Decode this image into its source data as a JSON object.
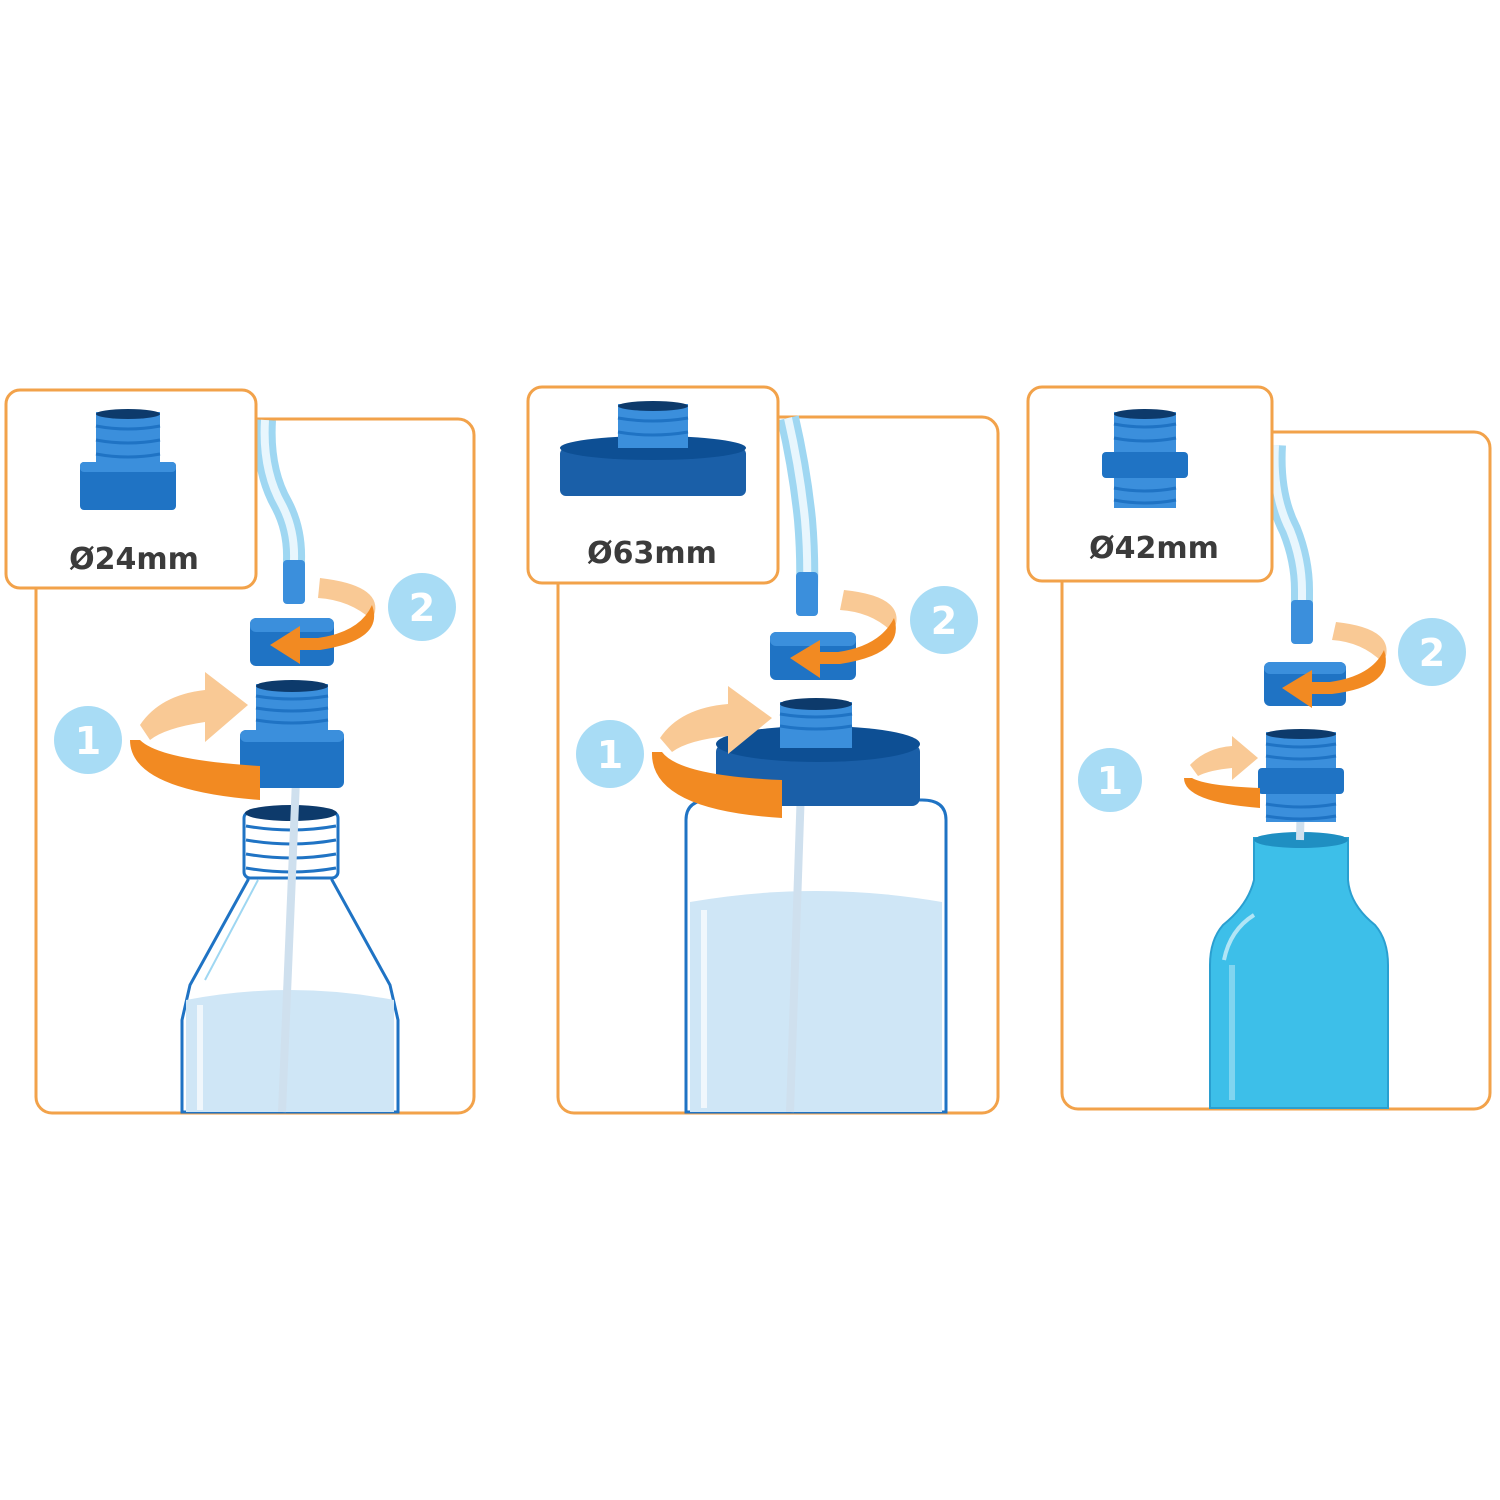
{
  "colors": {
    "panel_border": "#f2a24a",
    "adapter_blue": "#1f73c4",
    "adapter_dark": "#0d4f94",
    "adapter_light": "#3b8fdc",
    "arrow_orange": "#f28a22",
    "arrow_light": "#f9c995",
    "badge_blue": "#a8dcf5",
    "water_light": "#cfe6f6",
    "bottle_teal": "#3dbfe9",
    "tube_blue": "#9fd7f2"
  },
  "panels": [
    {
      "size_label": "Ø24mm",
      "step1_badge": "1",
      "step2_badge": "2",
      "bottle": "glass-bottle"
    },
    {
      "size_label": "Ø63mm",
      "step1_badge": "1",
      "step2_badge": "2",
      "bottle": "wide-jar"
    },
    {
      "size_label": "Ø42mm",
      "step1_badge": "1",
      "step2_badge": "2",
      "bottle": "sport-bottle"
    }
  ]
}
